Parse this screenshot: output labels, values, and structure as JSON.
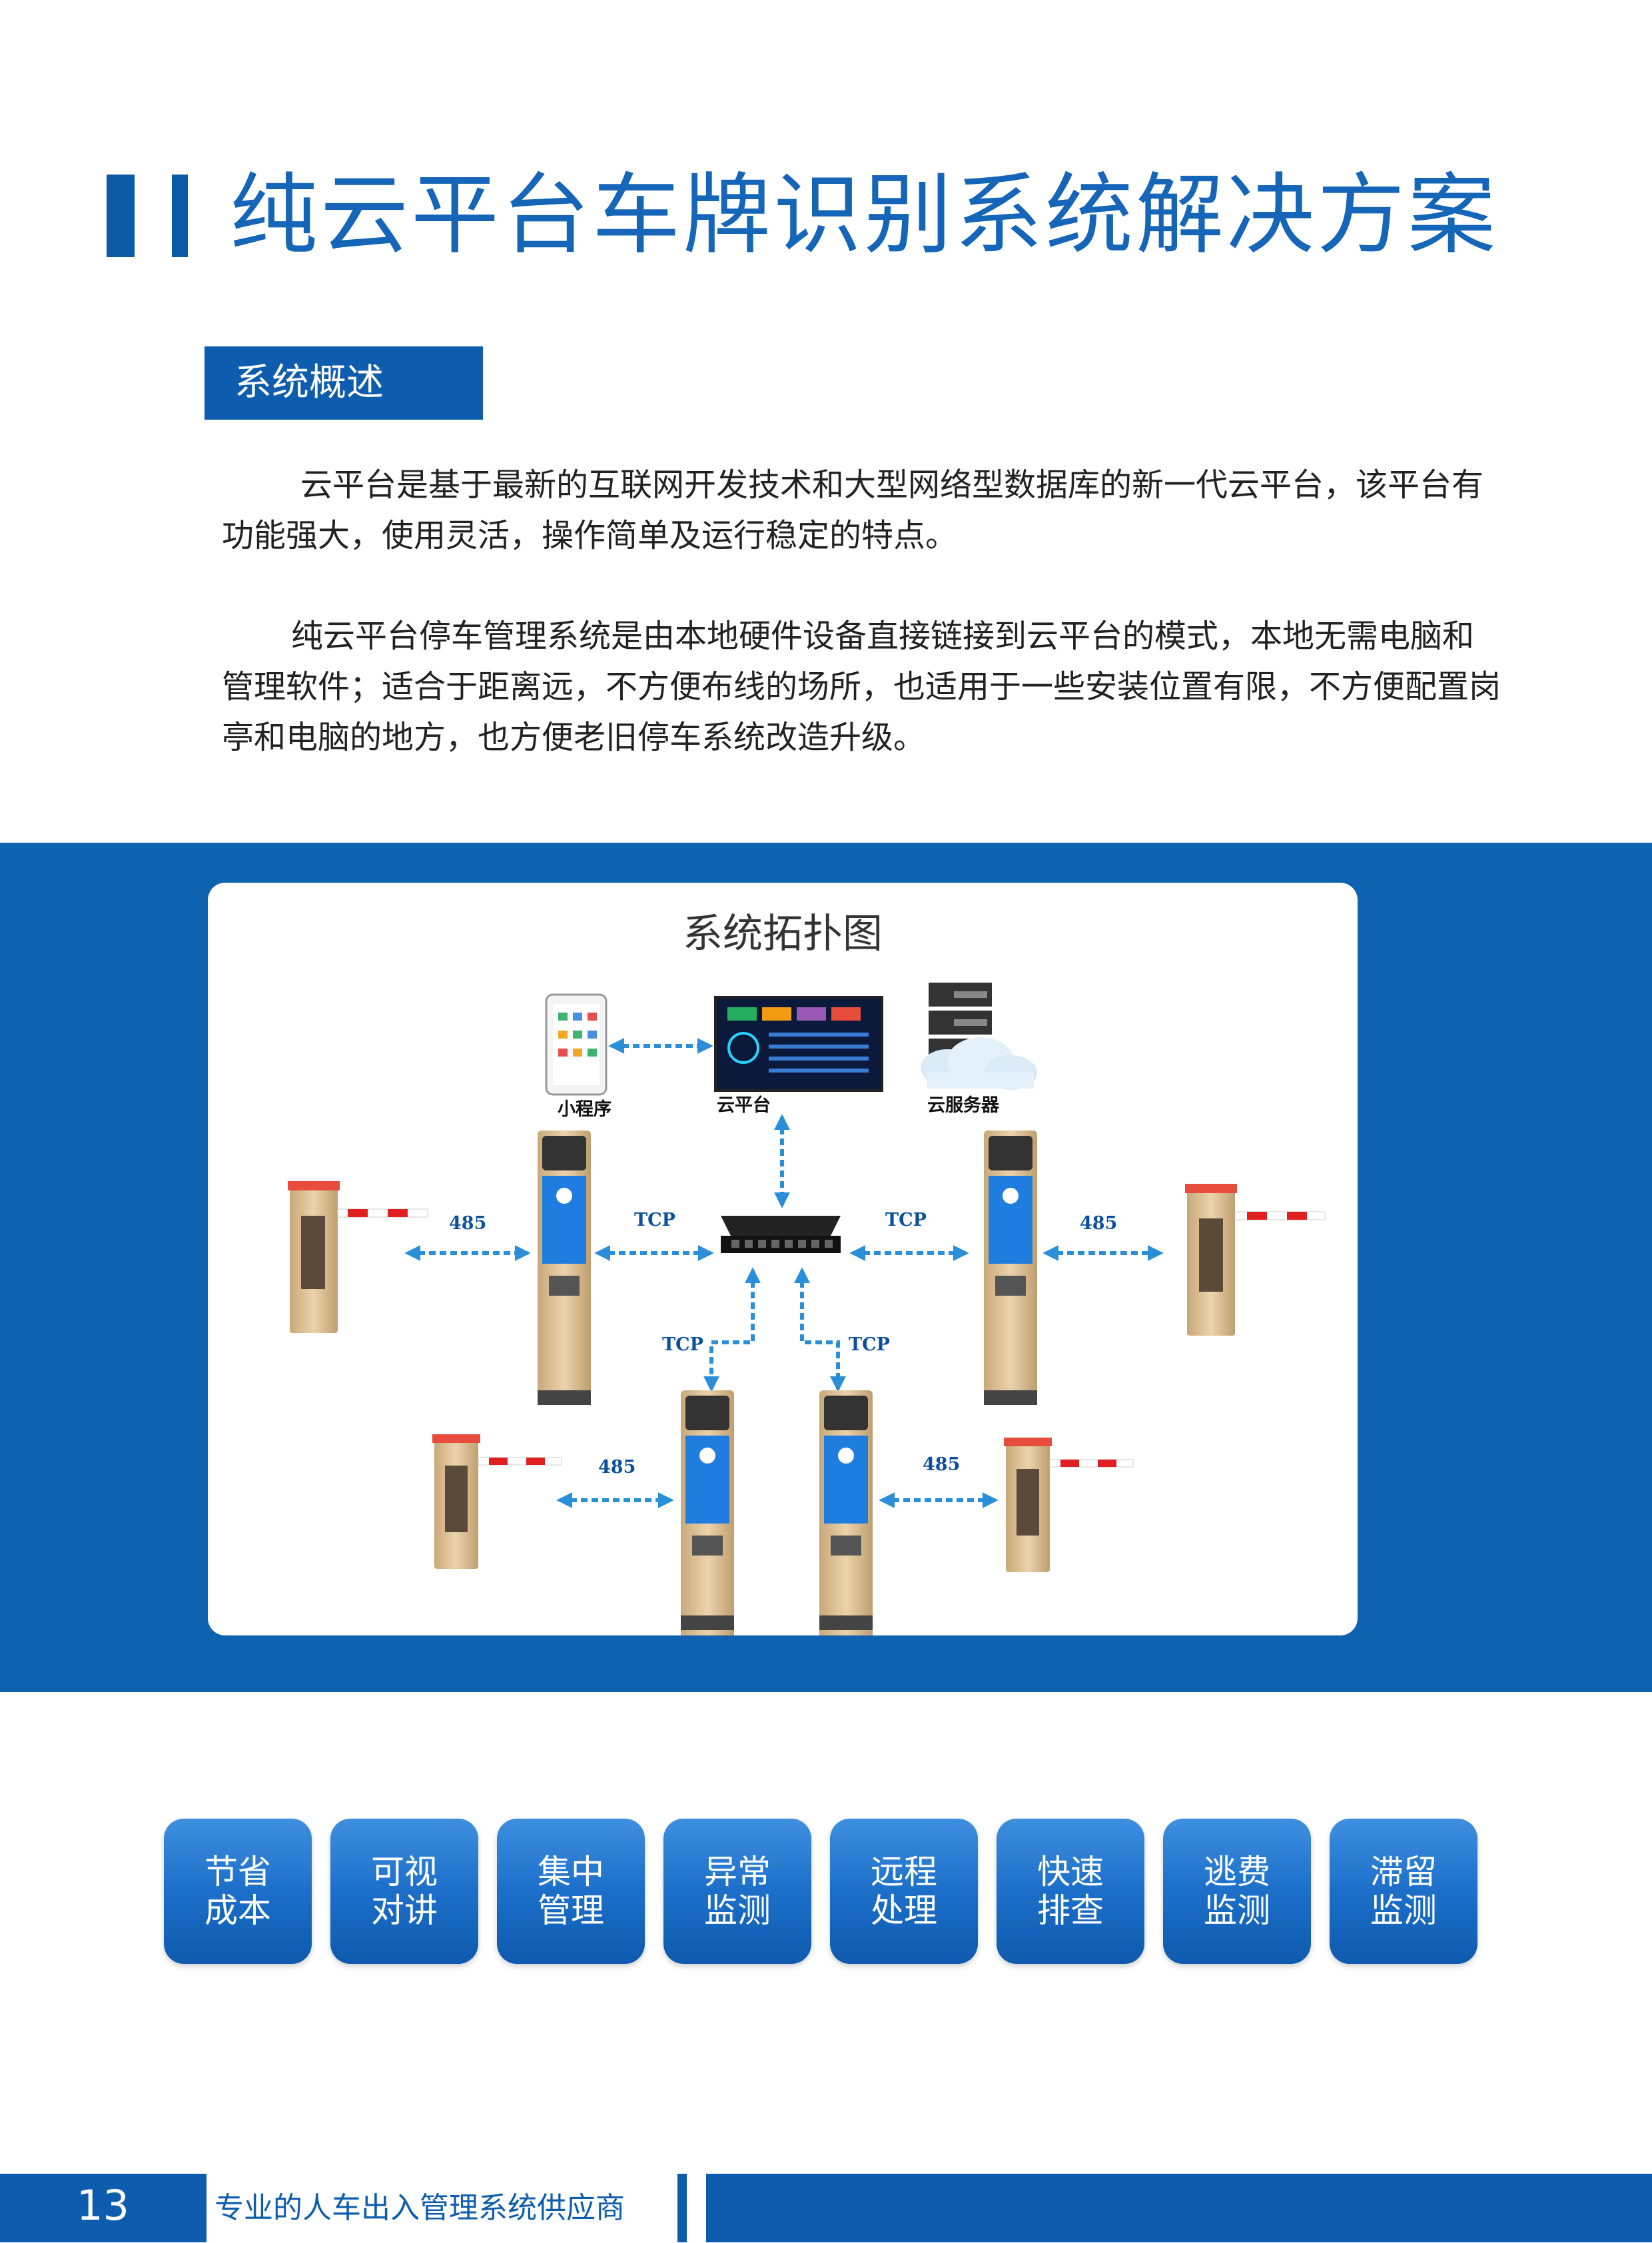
{
  "title": "纯云平台车牌识别系统解决方案",
  "section_label": "系统概述",
  "paragraphs": [
    "云平台是基于最新的互联网开发技术和大型网络型数据库的新一代云平台，该平台有功能强大，使用灵活，操作简单及运行稳定的特点。",
    "纯云平台停车管理系统是由本地硬件设备直接链接到云平台的模式，本地无需电脑和管理软件；适合于距离远，不方便布线的场所，也适用于一些安装位置有限，不方便配置岗亭和电脑的地方，也方便老旧停车系统改造升级。"
  ],
  "diagram": {
    "title": "系统拓扑图",
    "mini_program": "小程序",
    "cloud_platform": "云平台",
    "cloud_server": "云服务器",
    "proto_tcp": "TCP",
    "proto_485": "485"
  },
  "features": [
    {
      "line1": "节省",
      "line2": "成本"
    },
    {
      "line1": "可视",
      "line2": "对讲"
    },
    {
      "line1": "集中",
      "line2": "管理"
    },
    {
      "line1": "异常",
      "line2": "监测"
    },
    {
      "line1": "远程",
      "line2": "处理"
    },
    {
      "line1": "快速",
      "line2": "排查"
    },
    {
      "line1": "逃费",
      "line2": "监测"
    },
    {
      "line1": "滞留",
      "line2": "监测"
    }
  ],
  "footer": {
    "page_number": "13",
    "tagline": "专业的人车出入管理系统供应商"
  },
  "colors": {
    "brand_blue": "#0e5cae",
    "title_blue": "#1565b8",
    "arrow_blue": "#2a8fd8"
  }
}
